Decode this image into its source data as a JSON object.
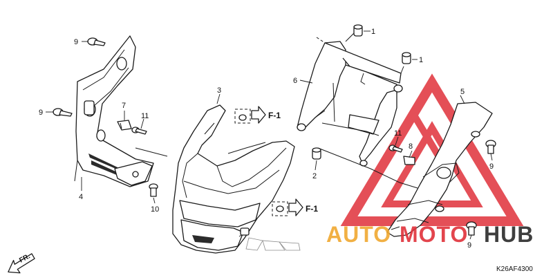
{
  "diagram": {
    "callouts": [
      "1",
      "1",
      "2",
      "3",
      "4",
      "5",
      "6",
      "7",
      "9",
      "9",
      "9",
      "9",
      "10",
      "11",
      "11"
    ],
    "reference_label": "F-1",
    "front_marker": "FR.",
    "diagram_code": "K26AF4300"
  },
  "watermark": {
    "text_auto": "AUTO",
    "text_moto": "MOTO",
    "text_hub": "HUB",
    "color_orange": "#f0a830",
    "color_red": "#e0313a",
    "color_dark": "#2a2a2a"
  }
}
